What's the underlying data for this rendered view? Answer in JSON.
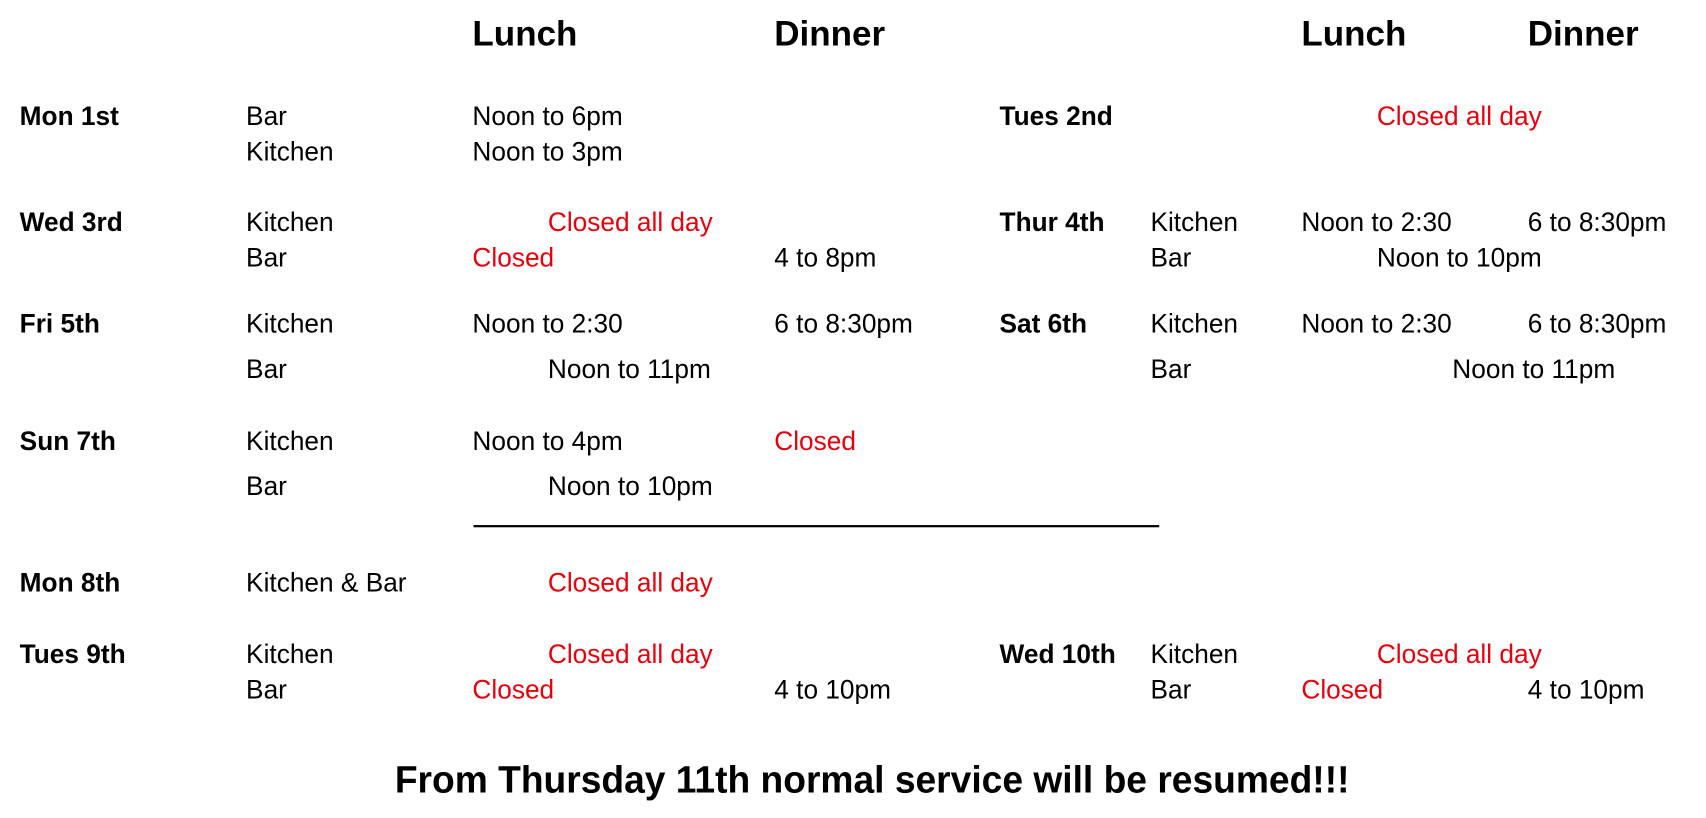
{
  "headers": {
    "lunch_left": "Lunch",
    "dinner_left": "Dinner",
    "lunch_right": "Lunch",
    "dinner_right": "Dinner"
  },
  "accent_closed": "#e8000b",
  "days": {
    "mon1": {
      "day": "Mon 1st",
      "a1": "Bar",
      "v1": "Noon to 6pm",
      "a2": "Kitchen",
      "v2": "Noon to 3pm"
    },
    "tue2": {
      "day": "Tues 2nd",
      "v1": "Closed all day"
    },
    "wed3": {
      "day": "Wed 3rd",
      "a1": "Kitchen",
      "v1": "Closed all day",
      "a2": "Bar",
      "l2": "Closed",
      "d2": "4 to 8pm"
    },
    "thu4": {
      "day": "Thur 4th",
      "a1": "Kitchen",
      "l1": "Noon to 2:30",
      "d1": "6 to 8:30pm",
      "a2": "Bar",
      "v2": "Noon to 10pm"
    },
    "fri5": {
      "day": "Fri 5th",
      "a1": "Kitchen",
      "l1": "Noon to 2:30",
      "d1": "6 to 8:30pm",
      "a2": "Bar",
      "v2": "Noon to 11pm"
    },
    "sat6": {
      "day": "Sat 6th",
      "a1": "Kitchen",
      "l1": "Noon to 2:30",
      "d1": "6 to 8:30pm",
      "a2": "Bar",
      "v2": "Noon to 11pm"
    },
    "sun7": {
      "day": "Sun 7th",
      "a1": "Kitchen",
      "l1": "Noon to 4pm",
      "d1": "Closed",
      "a2": "Bar",
      "v2": "Noon to 10pm"
    },
    "mon8": {
      "day": "Mon 8th",
      "a1": "Kitchen & Bar",
      "v1": "Closed all day"
    },
    "tue9": {
      "day": "Tues 9th",
      "a1": "Kitchen",
      "v1": "Closed all day",
      "a2": "Bar",
      "l2": "Closed",
      "d2": "4 to 10pm"
    },
    "wed10": {
      "day": "Wed 10th",
      "a1": "Kitchen",
      "v1": "Closed all day",
      "a2": "Bar",
      "l2": "Closed",
      "d2": "4 to 10pm"
    }
  },
  "footer": "From Thursday 11th normal service will be resumed!!!"
}
